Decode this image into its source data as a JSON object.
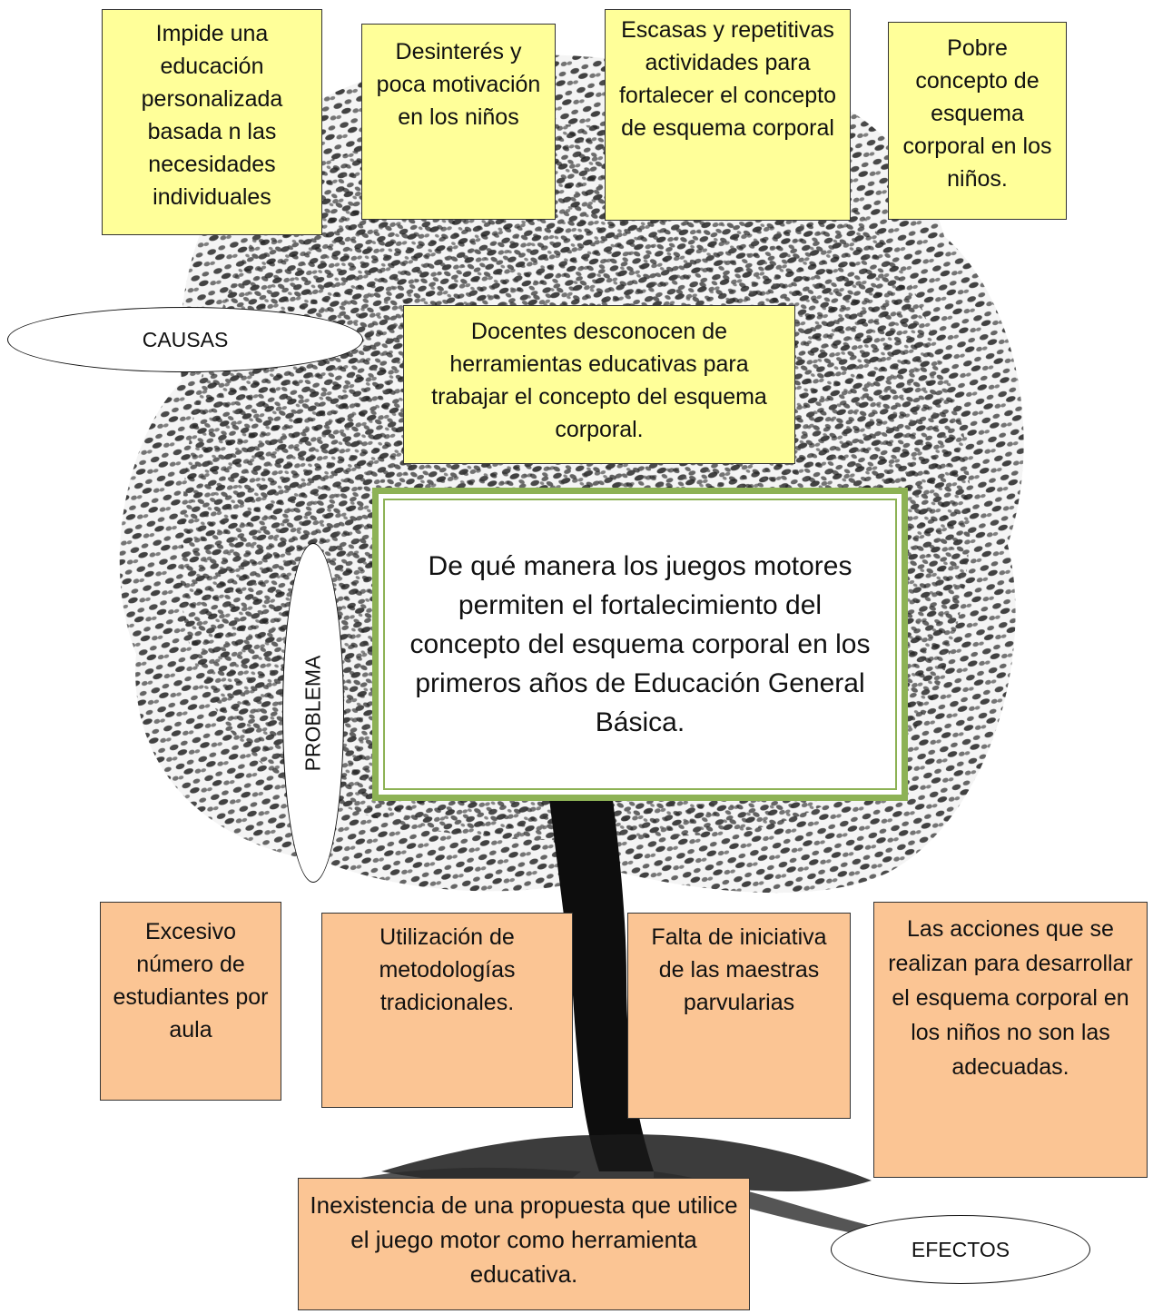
{
  "colors": {
    "cause_box_fill": "#ffff99",
    "effect_box_fill": "#fbc594",
    "problem_border": "#8db255",
    "tree_ink": "#1a1a1a"
  },
  "causes": {
    "impide": "Impide una educación personalizada basada n las necesidades individuales",
    "desinteres": "Desinterés y poca motivación en los niños",
    "escasas": "Escasas  y repetitivas actividades para fortalecer el concepto de esquema corporal",
    "pobre": "Pobre concepto de esquema corporal en los niños.",
    "docentes": "Docentes desconocen de herramientas educativas para trabajar el concepto del esquema corporal."
  },
  "labels": {
    "causas": "CAUSAS",
    "problema": "PROBLEMA",
    "efectos": "EFECTOS"
  },
  "problem": {
    "text": "De qué manera los juegos motores permiten el fortalecimiento del concepto del esquema corporal en los primeros años  de Educación General Básica."
  },
  "effects": {
    "excesivo": "Excesivo número de estudiantes por aula",
    "utilizacion": "Utilización de metodologías tradicionales.",
    "falta": "Falta de iniciativa de las maestras parvularias",
    "acciones": "Las acciones que se realizan  para desarrollar el esquema corporal en los niños no son las adecuadas.",
    "inexistencia": "Inexistencia de una  propuesta que utilice el juego motor como herramienta educativa."
  }
}
